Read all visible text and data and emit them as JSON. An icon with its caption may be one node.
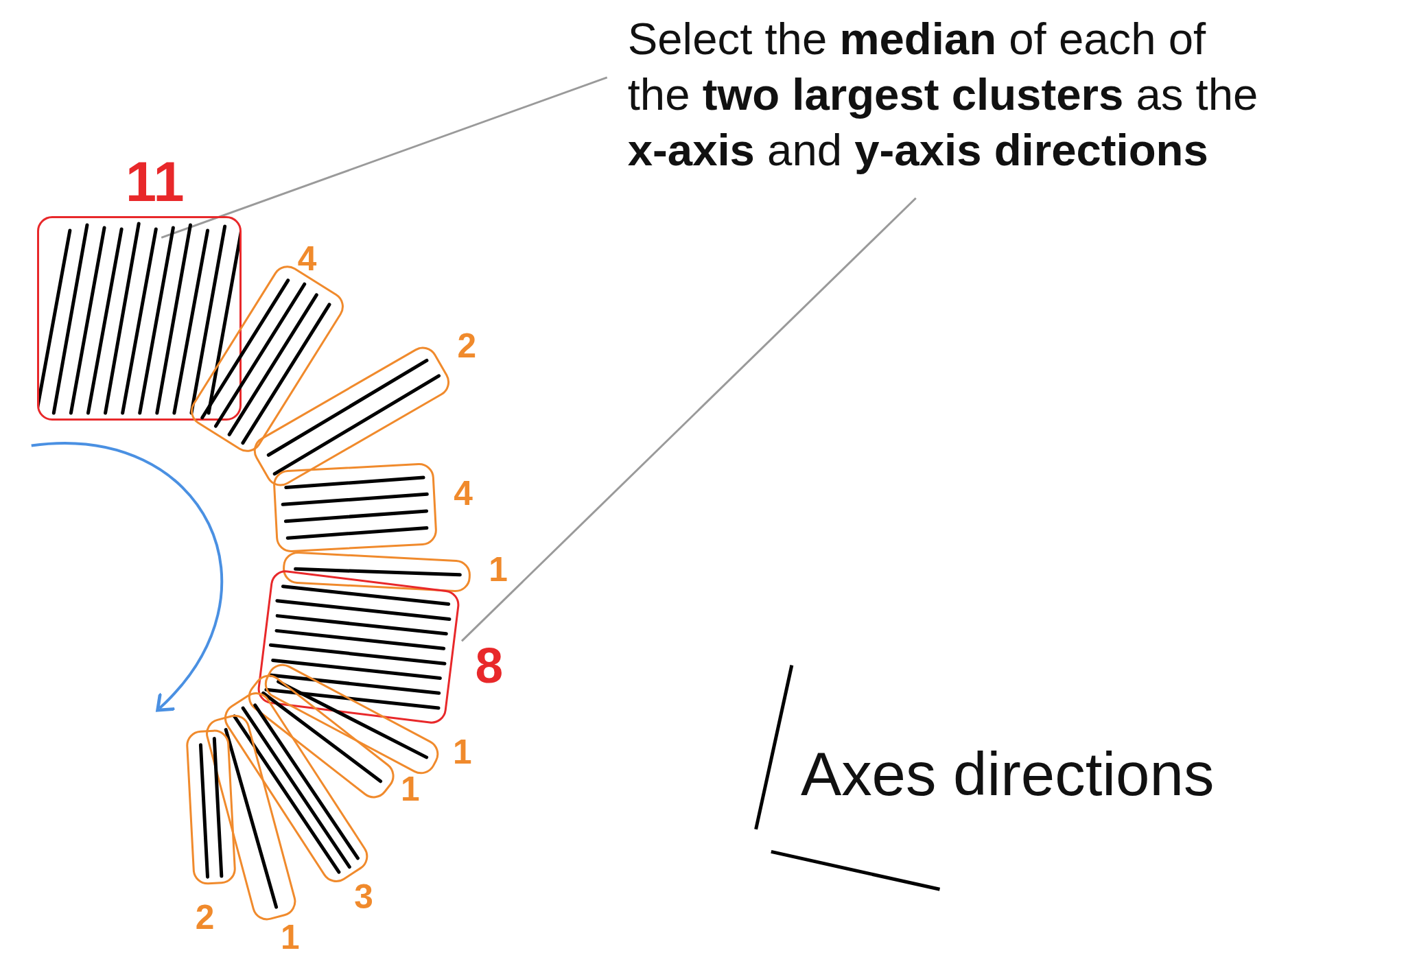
{
  "diagram": {
    "nodes": [
      {
        "text": [
          "Select the **median** of each of the **two largest clusters** as the **x-axis** and **y-axis directions**"
        ]
      },
      {
        "text": [],
        "shape": "box",
        "beside": [
          "11"
        ]
      },
      {
        "text": [],
        "shape": "box",
        "beside": [
          "4"
        ]
      },
      {
        "text": [],
        "shape": "box",
        "beside": [
          "2"
        ]
      },
      {
        "text": [],
        "shape": "box",
        "beside": [
          "4"
        ]
      },
      {
        "text": [],
        "shape": "box",
        "beside": [
          "1"
        ]
      },
      {
        "text": [],
        "shape": "box",
        "beside": [
          "8"
        ]
      },
      {
        "text": [],
        "shape": "box",
        "beside": [
          "1"
        ]
      },
      {
        "text": [],
        "shape": "box",
        "beside": [
          "1"
        ]
      },
      {
        "text": [],
        "shape": "box",
        "beside": [
          "3"
        ]
      },
      {
        "text": [],
        "shape": "box",
        "beside": [
          "1"
        ]
      },
      {
        "text": [],
        "shape": "box",
        "beside": [
          "2"
        ]
      }
    ],
    "edges": [
      {
        "from": 0,
        "to": 1,
        "arrow": "none"
      },
      {
        "from": 0,
        "to": 6,
        "arrow": "none"
      }
    ],
    "labels": [
      "Axes directions"
    ]
  }
}
